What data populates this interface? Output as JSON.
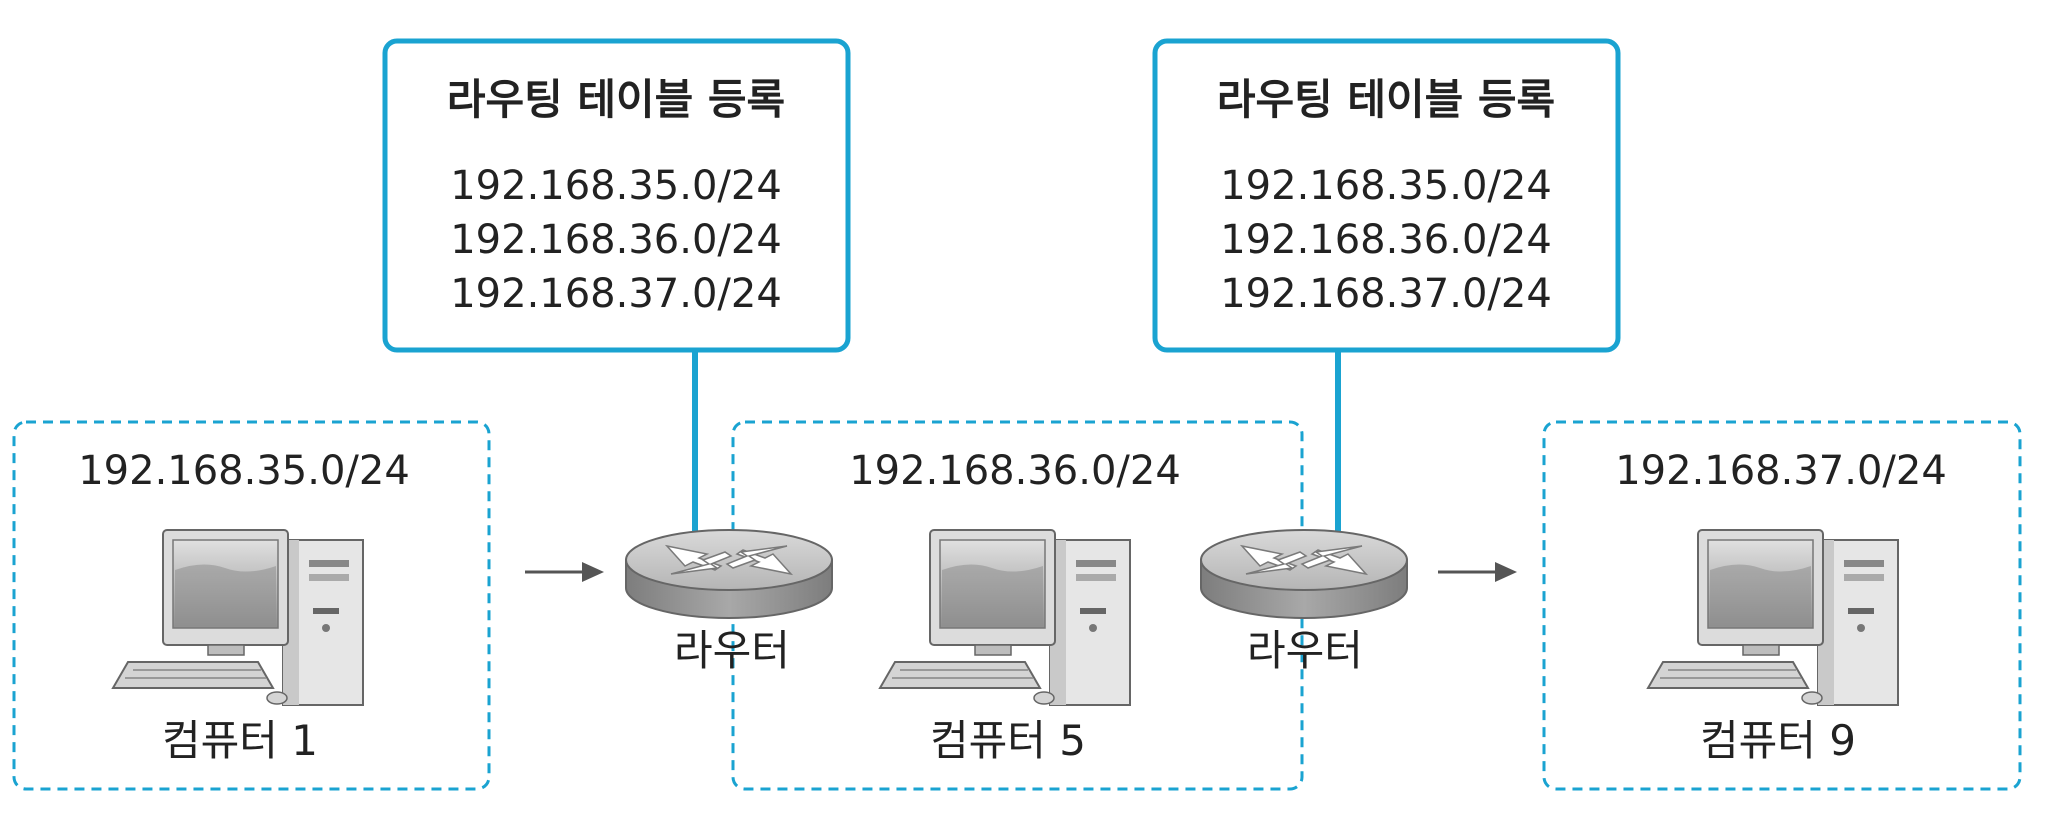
{
  "routing_tables": [
    {
      "title": "라우팅 테이블 등록",
      "entries": [
        "192.168.35.0/24",
        "192.168.36.0/24",
        "192.168.37.0/24"
      ]
    },
    {
      "title": "라우팅 테이블 등록",
      "entries": [
        "192.168.35.0/24",
        "192.168.36.0/24",
        "192.168.37.0/24"
      ]
    }
  ],
  "networks": [
    {
      "subnet": "192.168.35.0/24",
      "computer": "컴퓨터 1"
    },
    {
      "subnet": "192.168.36.0/24",
      "computer": "컴퓨터 5"
    },
    {
      "subnet": "192.168.37.0/24",
      "computer": "컴퓨터 9"
    }
  ],
  "routers": [
    {
      "label": "라우터"
    },
    {
      "label": "라우터"
    }
  ],
  "colors": {
    "accent": "#1aa3d1",
    "text": "#222222",
    "router_body": "#9a9a9a",
    "router_top": "#c8c8c8",
    "arrow": "#555555"
  }
}
